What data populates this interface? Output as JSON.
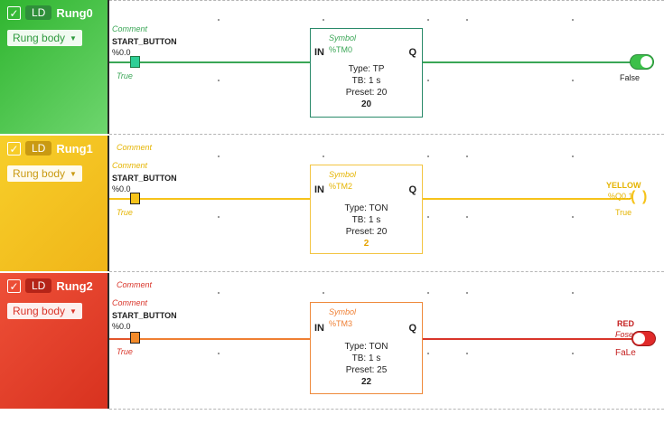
{
  "rungs": [
    {
      "ld_label": "LD",
      "name": "Rung0",
      "body_label": "Rung body",
      "rung_comment": "",
      "comment": "Comment",
      "contact_name": "START_BUTTON",
      "contact_addr": "%0.0",
      "contact_state": "True",
      "block_symbol": "Symbol",
      "block_tm": "%TM0",
      "in_label": "IN",
      "q_label": "Q",
      "type": "Type: TP",
      "tb": "TB: 1 s",
      "preset": "Preset: 20",
      "value": "20",
      "coil_name": "",
      "coil_addr": "",
      "coil_state": "False",
      "color": "#3bbf3b",
      "wire_color": "#3aa656"
    },
    {
      "ld_label": "LD",
      "name": "Rung1",
      "body_label": "Rung body",
      "rung_comment": "Comment",
      "comment": "Comment",
      "contact_name": "START_BUTTON",
      "contact_addr": "%0.0",
      "contact_state": "True",
      "block_symbol": "Symbol",
      "block_tm": "%TM2",
      "in_label": "IN",
      "q_label": "Q",
      "type": "Type: TON",
      "tb": "TB: 1 s",
      "preset": "Preset: 20",
      "value": "2",
      "coil_name": "YELLOW",
      "coil_addr": "%Q0.1",
      "coil_state": "True",
      "color": "#f5c21b",
      "wire_color": "#f6c31a"
    },
    {
      "ld_label": "LD",
      "name": "Rung2",
      "body_label": "Rung body",
      "rung_comment": "Comment",
      "comment": "Comment",
      "contact_name": "START_BUTTON",
      "contact_addr": "%0.0",
      "contact_state": "True",
      "block_symbol": "Symbol",
      "block_tm": "%TM3",
      "in_label": "IN",
      "q_label": "Q",
      "type": "Type: TON",
      "tb": "TB: 1 s",
      "preset": "Preset: 25",
      "value": "22",
      "coil_name": "RED",
      "coil_addr": "Fose",
      "coil_state": "FaLe",
      "color": "#e8402a",
      "wire_color": "#d9352a"
    }
  ],
  "icons": {
    "checkbox": "checkmark-icon",
    "dropdown": "caret-down-icon"
  }
}
